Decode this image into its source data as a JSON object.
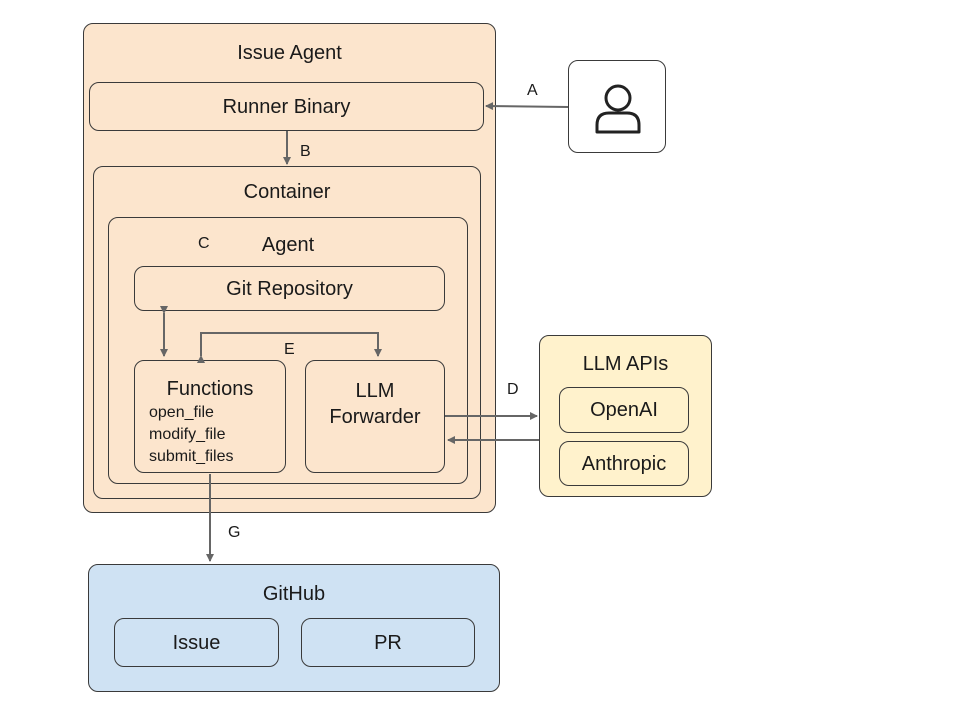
{
  "issue_agent": {
    "title": "Issue Agent",
    "runner_binary": "Runner Binary",
    "container": "Container",
    "agent": {
      "title": "Agent",
      "label_c": "C",
      "git_repository": "Git Repository",
      "label_e": "E",
      "functions": {
        "title": "Functions",
        "items": [
          "open_file",
          "modify_file",
          "submit_files"
        ]
      },
      "llm_forwarder": "LLM Forwarder"
    }
  },
  "user": {
    "icon": "user-icon"
  },
  "llm_apis": {
    "title": "LLM APIs",
    "providers": [
      "OpenAI",
      "Anthropic"
    ]
  },
  "github": {
    "title": "GitHub",
    "items": [
      "Issue",
      "PR"
    ]
  },
  "edges": {
    "a": "A",
    "b": "B",
    "d": "D",
    "g": "G"
  },
  "colors": {
    "issue_agent_fill": "#fce5cd",
    "llm_apis_fill": "#fff2cc",
    "github_fill": "#cfe2f3",
    "arrow": "#666666"
  }
}
